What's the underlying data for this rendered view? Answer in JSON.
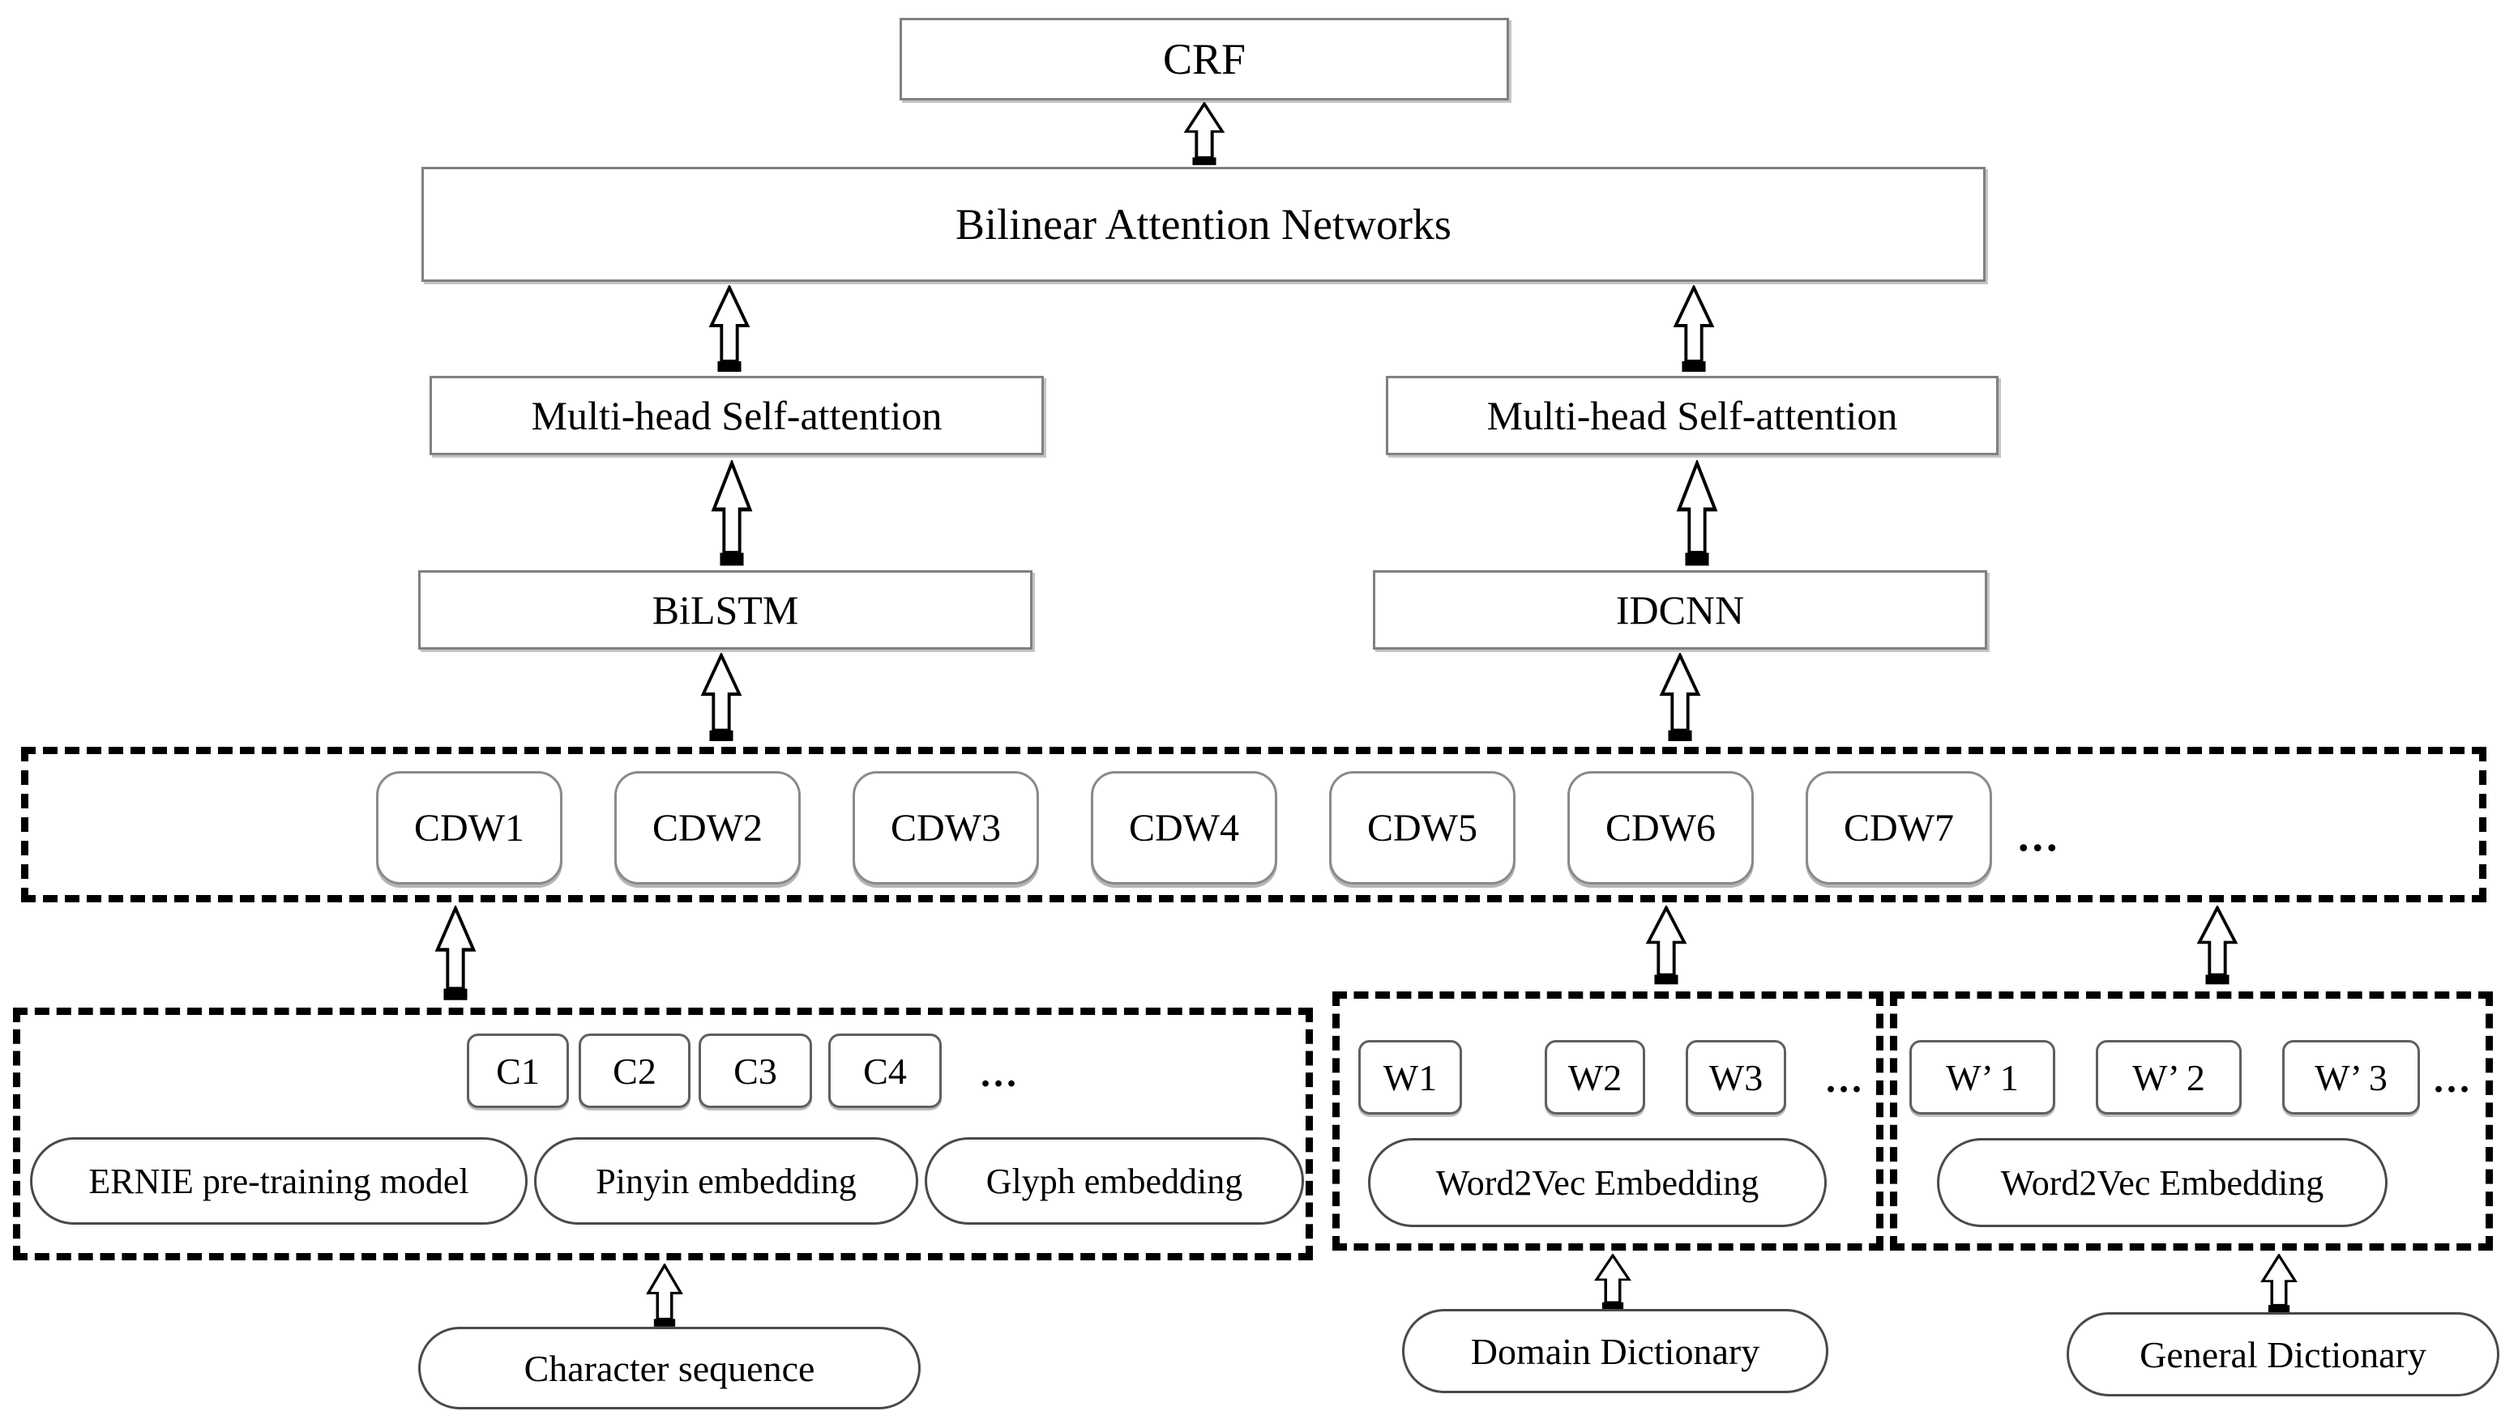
{
  "nodes": {
    "crf": "CRF",
    "bilinear": "Bilinear Attention Networks",
    "mhsa_left": "Multi-head Self-attention",
    "mhsa_right": "Multi-head Self-attention",
    "bilstm": "BiLSTM",
    "idcnn": "IDCNN"
  },
  "cdw_row": {
    "tokens": [
      "CDW1",
      "CDW2",
      "CDW3",
      "CDW4",
      "CDW5",
      "CDW6",
      "CDW7"
    ],
    "ellipsis": "..."
  },
  "character_branch": {
    "tokens": [
      "C1",
      "C2",
      "C3",
      "C4"
    ],
    "ellipsis": "...",
    "embeddings": [
      "ERNIE pre-training model",
      "Pinyin embedding",
      "Glyph embedding"
    ],
    "source": "Character sequence"
  },
  "domain_branch": {
    "tokens": [
      "W1",
      "W2",
      "W3"
    ],
    "ellipsis": "...",
    "embedding": "Word2Vec Embedding",
    "source": "Domain Dictionary"
  },
  "general_branch": {
    "tokens": [
      "W’ 1",
      "W’ 2",
      "W’ 3"
    ],
    "ellipsis": "...",
    "embedding": "Word2Vec Embedding",
    "source": "General Dictionary"
  },
  "colors": {
    "background": "#ffffff",
    "text": "#000000",
    "solid_border": "#808080",
    "dashed_border": "#000000"
  }
}
